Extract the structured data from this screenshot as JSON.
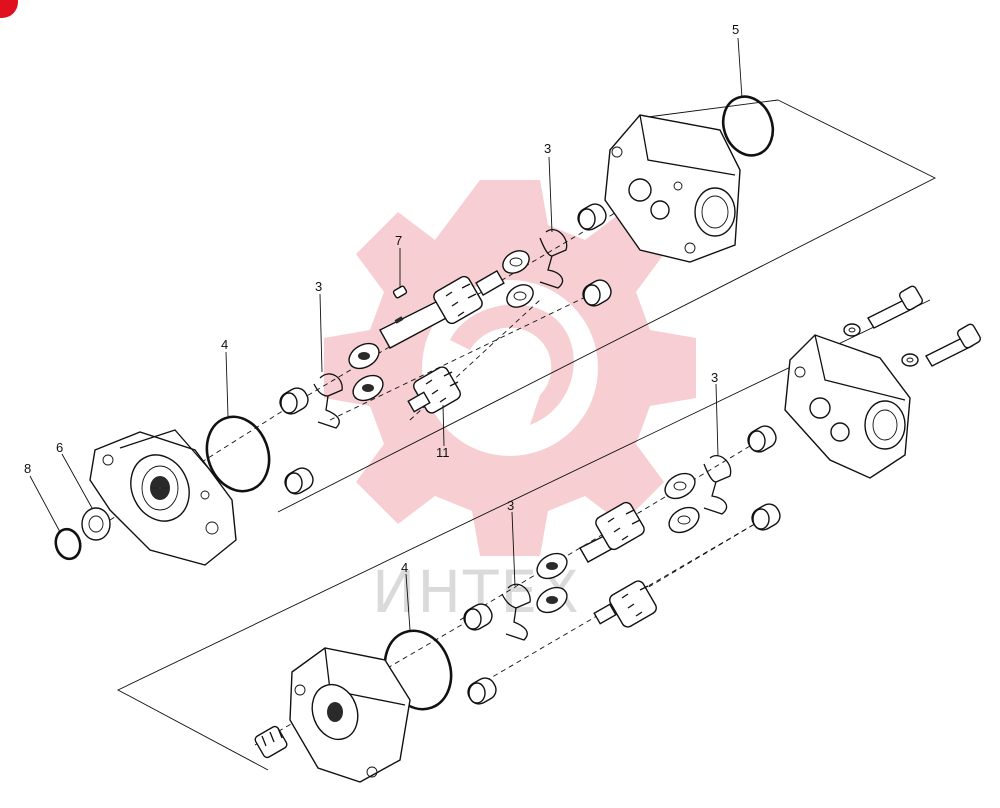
{
  "watermark": {
    "text": "ИНТЕХ",
    "color": "#f6c6cb"
  },
  "corner_badge_color": "#e0101e",
  "callouts": [
    {
      "id": "c5",
      "label": "5"
    },
    {
      "id": "c3a",
      "label": "3"
    },
    {
      "id": "c7",
      "label": "7"
    },
    {
      "id": "c3b",
      "label": "3"
    },
    {
      "id": "c4a",
      "label": "4"
    },
    {
      "id": "c11",
      "label": "11"
    },
    {
      "id": "c6",
      "label": "6"
    },
    {
      "id": "c8",
      "label": "8"
    },
    {
      "id": "c3c",
      "label": "3"
    },
    {
      "id": "c3d",
      "label": "3"
    },
    {
      "id": "c4b",
      "label": "4"
    }
  ]
}
